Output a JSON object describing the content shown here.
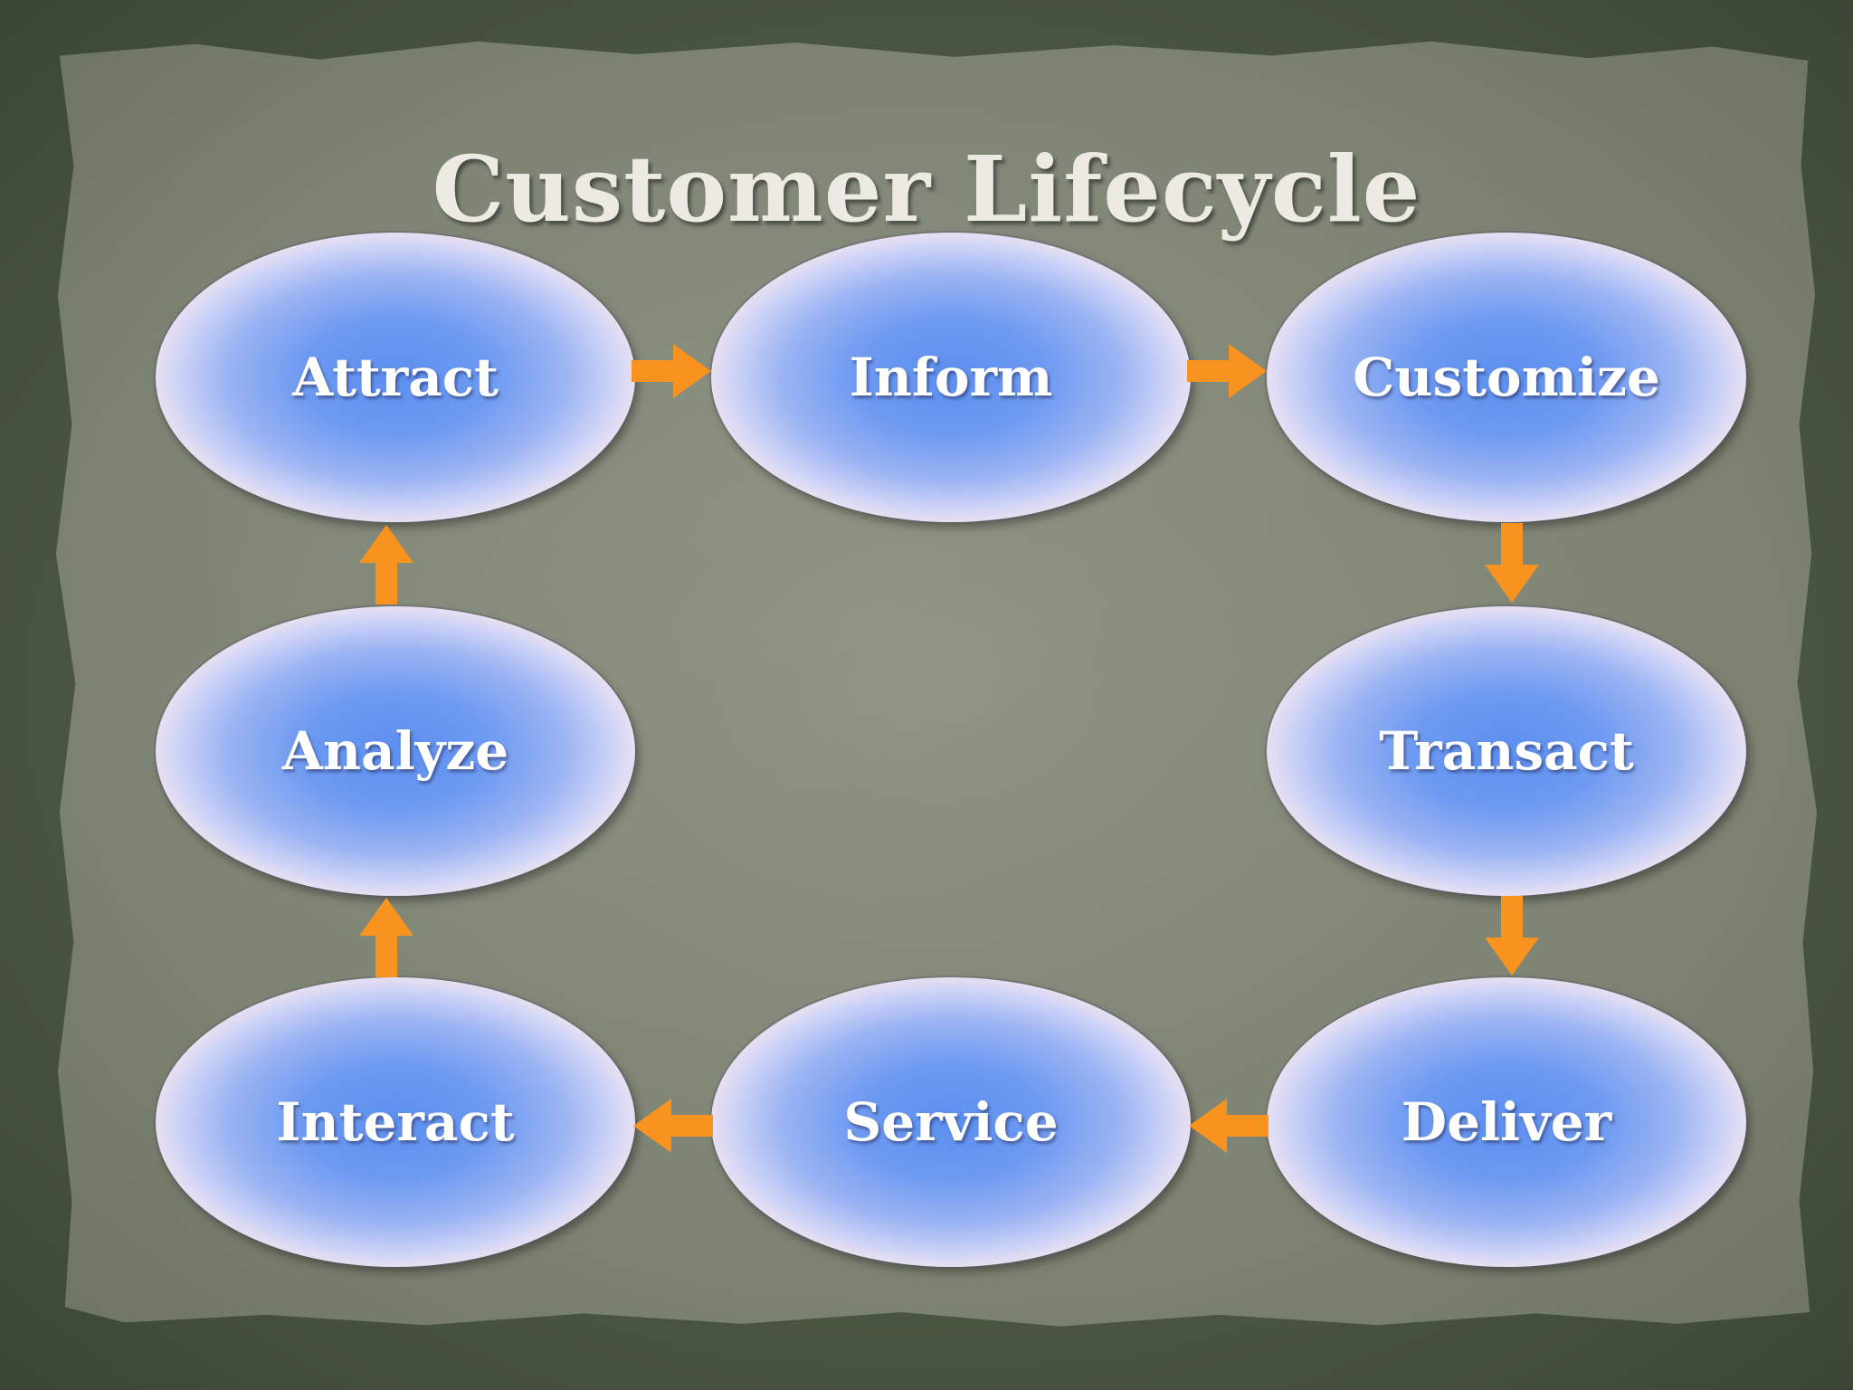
{
  "title": "Customer Lifecycle",
  "colors": {
    "arrow": "#f7931e",
    "node_center": "#5c8ff0",
    "node_edge": "#f1e4ef",
    "title": "#eceae2",
    "paper": "#7d8373"
  },
  "nodes": [
    {
      "id": "attract",
      "label": "Attract"
    },
    {
      "id": "inform",
      "label": "Inform"
    },
    {
      "id": "customize",
      "label": "Customize"
    },
    {
      "id": "transact",
      "label": "Transact"
    },
    {
      "id": "deliver",
      "label": "Deliver"
    },
    {
      "id": "service",
      "label": "Service"
    },
    {
      "id": "interact",
      "label": "Interact"
    },
    {
      "id": "analyze",
      "label": "Analyze"
    }
  ],
  "edges": [
    {
      "from": "attract",
      "to": "inform"
    },
    {
      "from": "inform",
      "to": "customize"
    },
    {
      "from": "customize",
      "to": "transact"
    },
    {
      "from": "transact",
      "to": "deliver"
    },
    {
      "from": "deliver",
      "to": "service"
    },
    {
      "from": "service",
      "to": "interact"
    },
    {
      "from": "interact",
      "to": "analyze"
    },
    {
      "from": "analyze",
      "to": "attract"
    }
  ]
}
